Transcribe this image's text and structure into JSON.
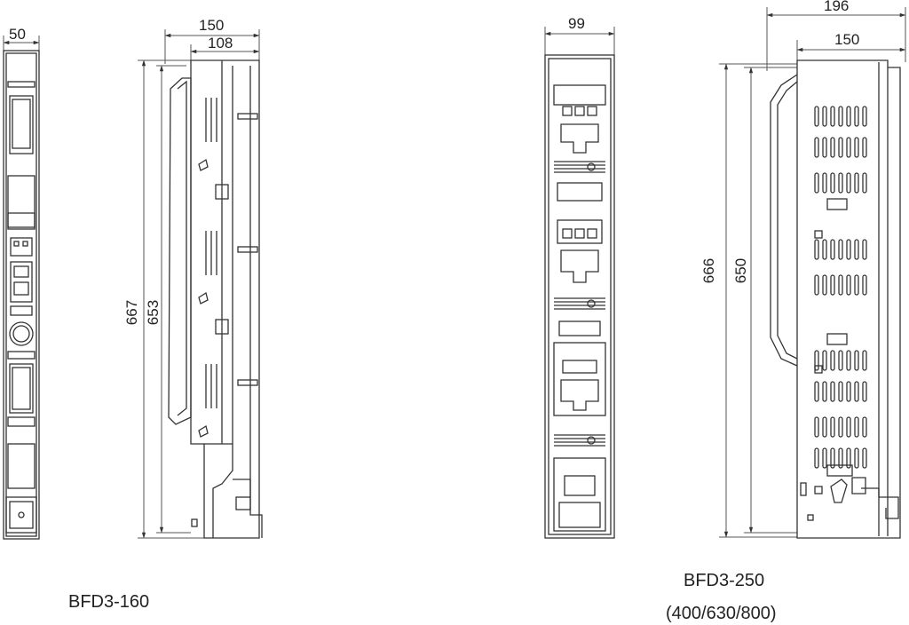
{
  "bfd3_160": {
    "caption": "BFD3-160",
    "front_width": "50",
    "side_width_total": "150",
    "side_width_inner": "108",
    "height_total": "667",
    "height_inner": "653"
  },
  "bfd3_250": {
    "caption": "BFD3-250",
    "caption_sub": "(400/630/800)",
    "front_width": "99",
    "side_width_total": "196",
    "side_width_inner": "150",
    "height_total": "666",
    "height_inner": "650"
  }
}
